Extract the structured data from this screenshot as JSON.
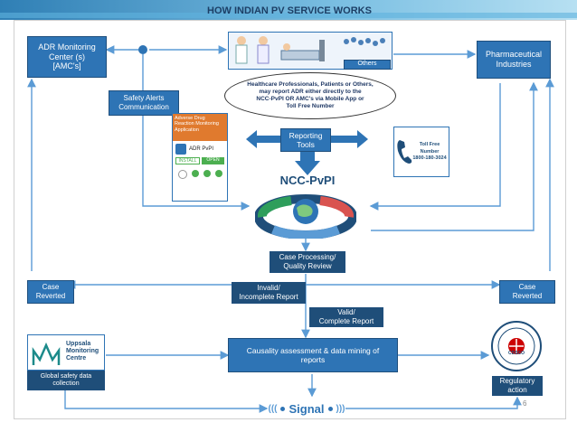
{
  "slide": {
    "title": "HOW INDIAN PV SERVICE WORKS",
    "page_number": "6"
  },
  "diagram": {
    "adr_center": [
      "ADR Monitoring",
      "Center (s)",
      "[AMC's]"
    ],
    "pharma": [
      "Pharmaceutical",
      "Industries"
    ],
    "safety_alerts": [
      "Safety Alerts",
      "Communication"
    ],
    "reporters_caption": [
      "Healthcare Professionals, Patients or Others,",
      "may report  ADR either directly to the",
      "NCC-PvPI OR AMC's  via Mobile App or",
      "Toll Free Number"
    ],
    "others_label": "Others",
    "reporting_tools": [
      "Reporting",
      "Tools"
    ],
    "ncc_label": "NCC-PvPI",
    "app": {
      "banner": "Adverse Drug Reaction Monitoring Application",
      "name": "ADR PvPI",
      "install": "INSTALL",
      "open": "OPEN"
    },
    "toll_free": [
      "Toll Free Number",
      "1800-180-3024"
    ],
    "case_processing": [
      "Case Processing/",
      "Quality Review"
    ],
    "case_reverted_left": [
      "Case",
      "Reverted"
    ],
    "case_reverted_right": [
      "Case",
      "Reverted"
    ],
    "invalid": [
      "Invalid/",
      "Incomplete Report"
    ],
    "valid": [
      "Valid/",
      "Complete Report"
    ],
    "causality": [
      "Causality assessment & data mining of",
      "reports"
    ],
    "uppsala": [
      "Uppsala",
      "Monitoring",
      "Centre"
    ],
    "global_safety": [
      "Global safety data",
      "collection"
    ],
    "cdsco": "CDSCO",
    "regulatory": [
      "Regulatory",
      "action"
    ],
    "signal": "Signal"
  },
  "colors": {
    "box_blue": "#2e74b5",
    "navy": "#1f4e79",
    "line_blue": "#5b9bd5"
  }
}
